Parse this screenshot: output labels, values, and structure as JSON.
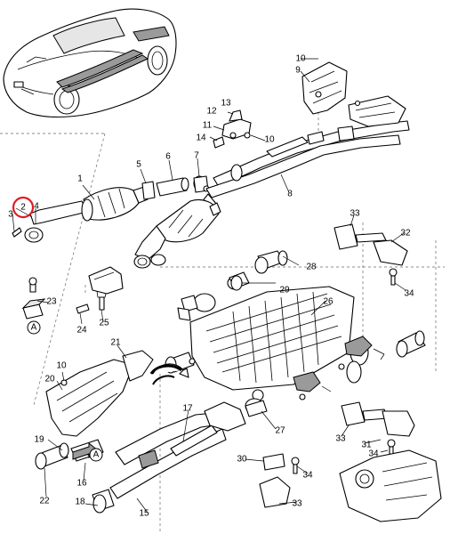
{
  "callouts": {
    "c1": "1",
    "c2": "2",
    "c3": "3",
    "c4": "4",
    "c5": "5",
    "c6": "6",
    "c7": "7",
    "c8": "8",
    "c9": "9",
    "c10a": "10",
    "c10b": "10",
    "c10c": "10",
    "c11": "11",
    "c12": "12",
    "c13": "13",
    "c14": "14",
    "c15": "15",
    "c16": "16",
    "c17": "17",
    "c18": "18",
    "c19": "19",
    "c20": "20",
    "c21": "21",
    "c22": "22",
    "c23": "23",
    "c24": "24",
    "c25": "25",
    "c26": "26",
    "c27": "27",
    "c28": "28",
    "c29": "29",
    "c30": "30",
    "c31": "31",
    "c32": "32",
    "c33a": "33",
    "c33b": "33",
    "c33c": "33",
    "c34a": "34",
    "c34b": "34",
    "c34c": "34"
  },
  "highlighted_callout": "2",
  "view_ref": {
    "a1": "A",
    "a2": "A"
  },
  "colors": {
    "highlight": "#e01b24",
    "line": "#000000",
    "background": "#ffffff"
  }
}
